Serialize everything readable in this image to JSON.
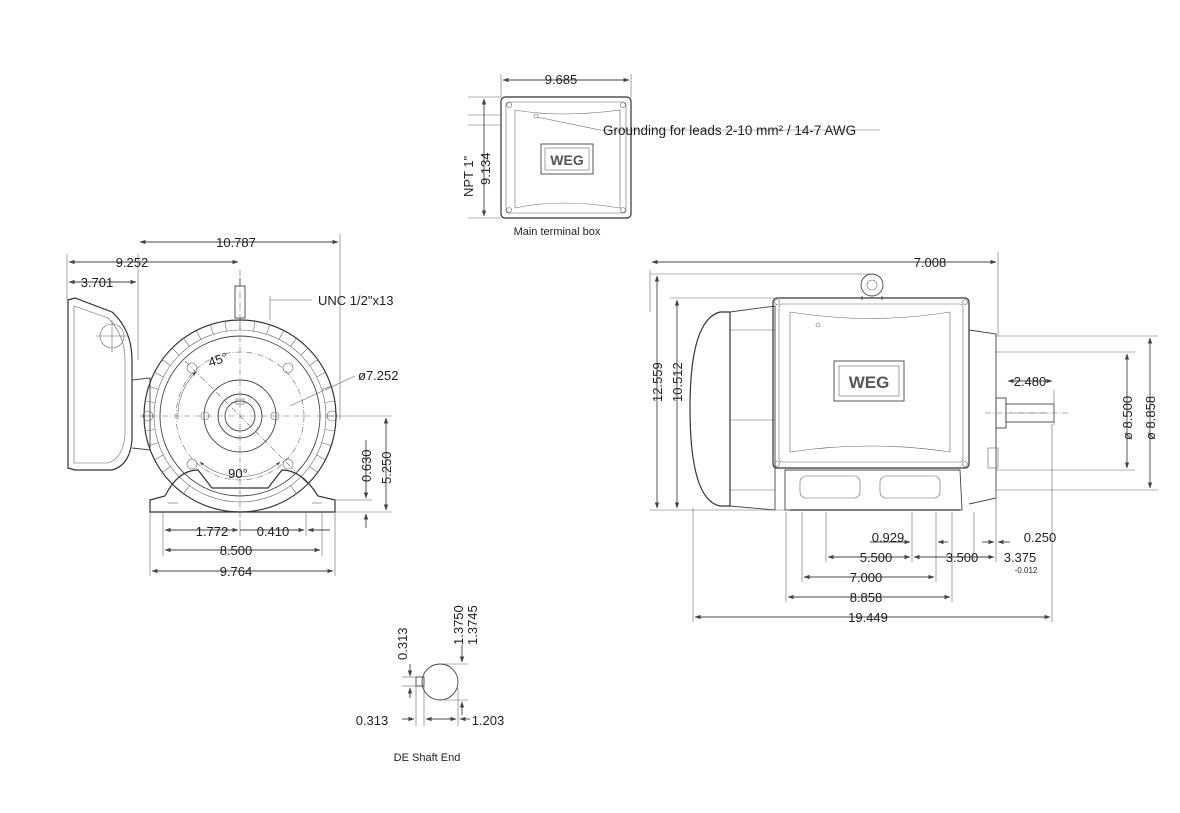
{
  "terminal_box": {
    "width": "9.685",
    "height": "9.134",
    "npt": "NPT 1\"",
    "grounding_note": "Grounding for leads 2-10 mm² / 14-7 AWG",
    "caption": "Main terminal box",
    "logo": "WEG"
  },
  "front_view": {
    "d_10787": "10.787",
    "d_9252": "9.252",
    "d_3701": "3.701",
    "unc": "UNC 1/2\"x13",
    "angle_45": "45°",
    "angle_90": "90°",
    "dia_7252": "ø7.252",
    "d_0630": "0.630",
    "d_5250": "5.250",
    "d_1772": "1.772",
    "d_0410": "0.410",
    "d_8500": "8.500",
    "d_9764": "9.764"
  },
  "side_view": {
    "d_7008": "7.008",
    "d_12559": "12.559",
    "d_10512": "10.512",
    "d_2480": "2.480",
    "dia_8500": "ø 8.500",
    "dia_8858": "ø 8.858",
    "d_0929": "0.929",
    "d_0250": "0.250",
    "d_5500": "5.500",
    "d_3500": "3.500",
    "d_3375": "3.375",
    "tol_3375": "-0.012",
    "d_7000": "7.000",
    "d_8858": "8.858",
    "d_19449": "19.449",
    "logo": "WEG"
  },
  "shaft_end": {
    "d_0313_v": "0.313",
    "d_13750": "1.3750",
    "d_13745": "1.3745",
    "d_0313_h": "0.313",
    "d_1203": "1.203",
    "caption": "DE Shaft End"
  }
}
